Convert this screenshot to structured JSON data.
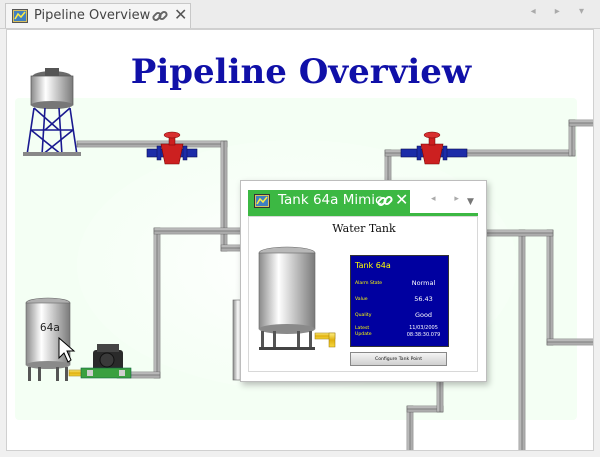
{
  "main_tab": {
    "title": "Pipeline Overview",
    "close_glyph": "✕"
  },
  "nav": {
    "arrows": "◂ ▸ ▾"
  },
  "canvas": {
    "title": "Pipeline Overview",
    "tank_label": "64a"
  },
  "popup": {
    "tab_title": "Tank 64a Mimic",
    "close_glyph": "✕",
    "nav_arrows": "◂ ▸",
    "dropdown_glyph": "▼",
    "subtitle": "Water Tank",
    "status": {
      "title": "Tank 64a",
      "alarm_label": "Alarm State",
      "alarm_value": "Normal",
      "value_label": "Value",
      "value_value": "56.43",
      "quality_label": "Quality",
      "quality_value": "Good",
      "update_label_1": "Latest",
      "update_label_2": "Update",
      "update_value_1": "11/03/2005",
      "update_value_2": "08:38:30.079"
    },
    "config_button": "Configure Tank Point"
  },
  "colors": {
    "title_blue": "#1010a8",
    "popup_green": "#3cb843",
    "panel_blue": "#0000a0",
    "panel_yellow": "#ffff00",
    "valve_red": "#cc2020",
    "pipe_gray": "#9a9a9a",
    "pipe_yellow": "#f0c020"
  }
}
